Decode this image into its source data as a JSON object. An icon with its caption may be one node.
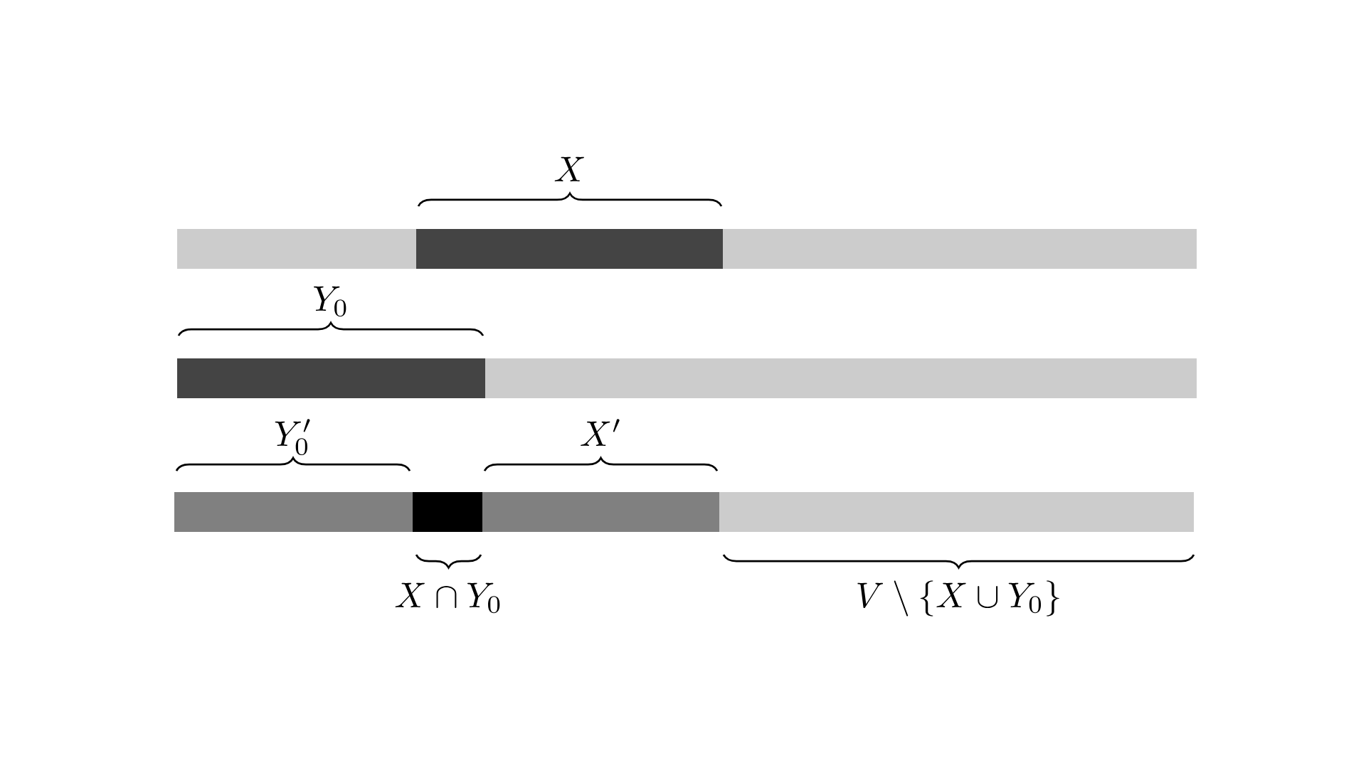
{
  "diagram": {
    "nodes": [
      {
        "text": [],
        "shape": "bar"
      },
      {
        "text": [],
        "shape": "bar",
        "beside": [
          "X"
        ]
      },
      {
        "text": [],
        "shape": "bar"
      },
      {
        "text": [],
        "shape": "bar",
        "beside": [
          "Y_0"
        ]
      },
      {
        "text": [],
        "shape": "bar"
      },
      {
        "text": [],
        "shape": "bar",
        "beside": [
          "Y_0'"
        ]
      },
      {
        "text": [],
        "shape": "bar",
        "beside": [
          "X \\cap Y_0"
        ]
      },
      {
        "text": [],
        "shape": "bar",
        "beside": [
          "X'"
        ]
      },
      {
        "text": [],
        "shape": "bar",
        "beside": [
          "V \\setminus \\{X \\cup Y_0\\}"
        ]
      }
    ],
    "edges": []
  }
}
